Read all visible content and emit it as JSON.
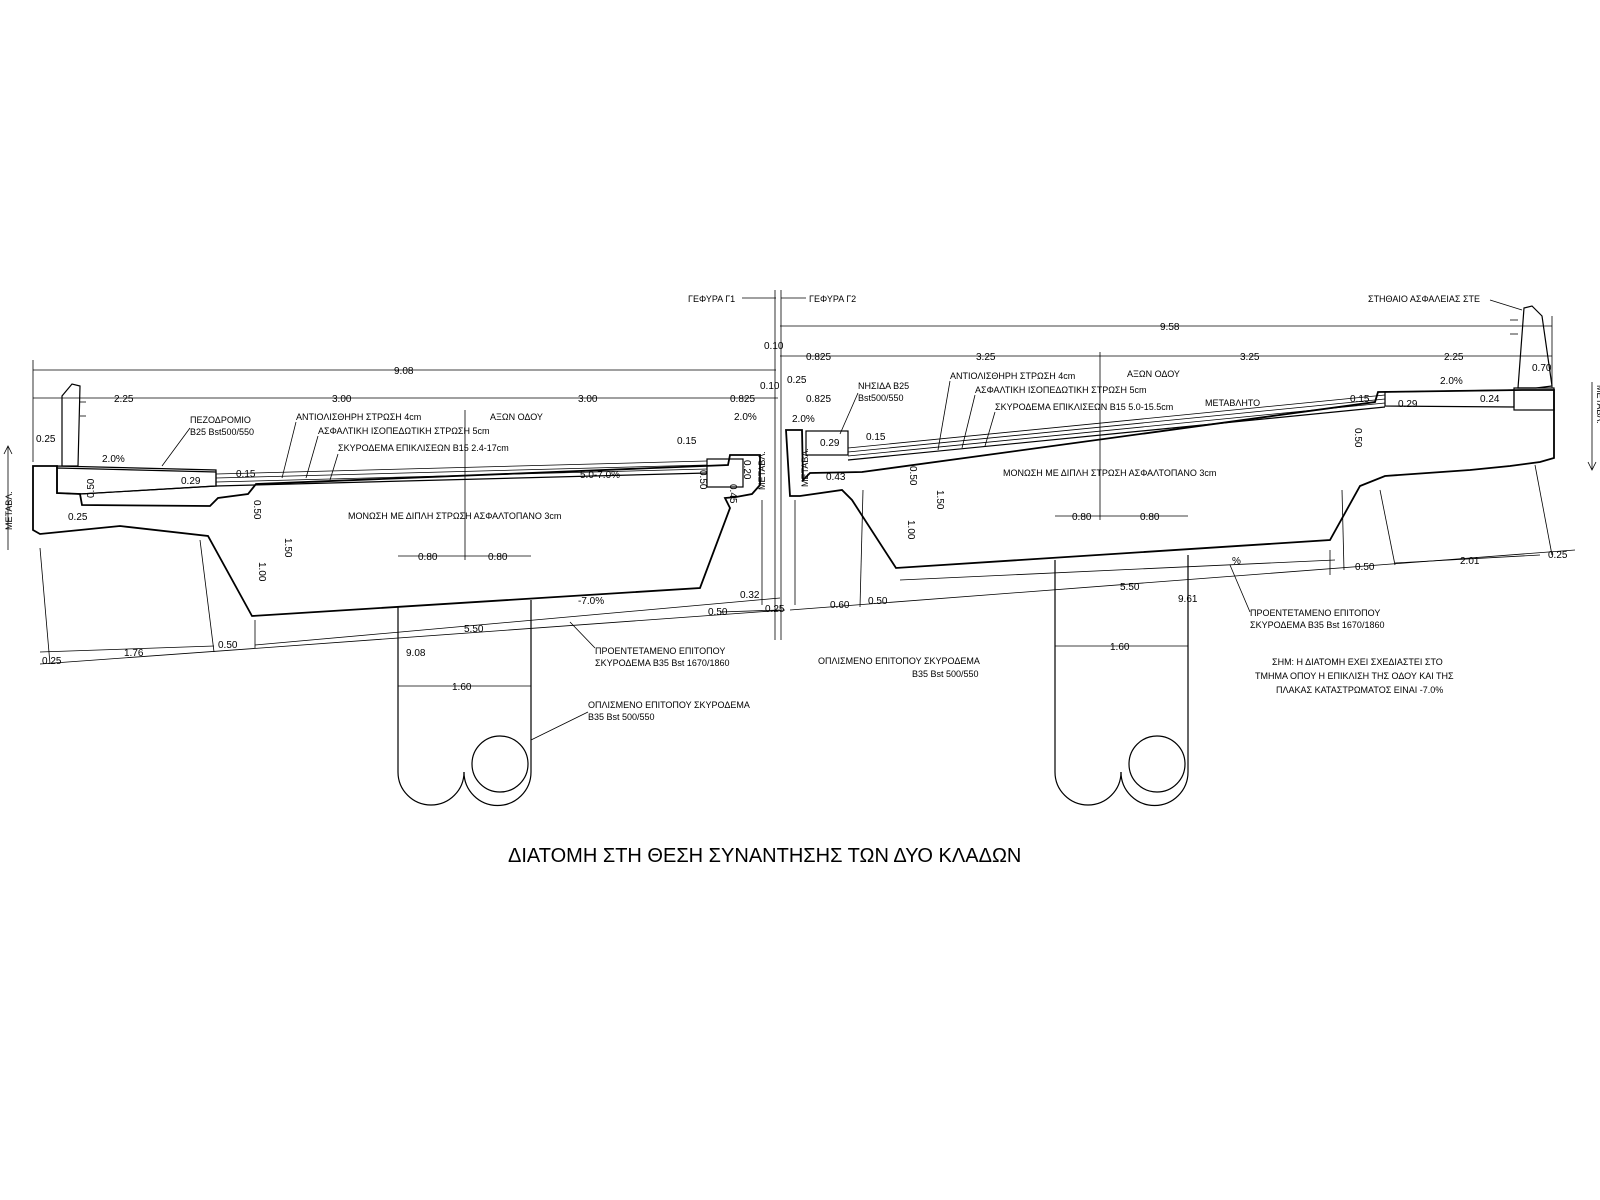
{
  "title": "ΔΙΑΤΟΜΗ ΣΤΗ ΘΕΣΗ ΣΥΝΑΝΤΗΣΗΣ ΤΩΝ ΔΥΟ ΚΛΑΔΩΝ",
  "labels": {
    "bridge1": "ΓΕΦΥΡΑ Γ1",
    "bridge2": "ΓΕΦΥΡΑ Γ2",
    "barrier": "ΣΤΗΘΑΙΟ ΑΣΦΑΛΕΙΑΣ ΣΤΕ",
    "sidewalk1": "ΠΕΖΟΔΡΟΜΙΟ",
    "sidewalk2": "Β25 Bst500/550",
    "island1": "ΝΗΣΙΔΑ Β25",
    "island2": "Bst500/550",
    "antiskid": "ΑΝΤΙΟΛΙΣΘΗΡΗ ΣΤΡΩΣΗ 4cm",
    "asphalt": "ΑΣΦΑΛΤΙΚΗ ΙΣΟΠΕΔΩΤΙΚΗ ΣΤΡΩΣΗ 5cm",
    "axis": "ΑΞΩΝ ΟΔΟΥ",
    "fill_left": "ΣΚΥΡΟΔΕΜΑ ΕΠΙΚΛΙΣΕΩΝ Β15 2.4-17cm",
    "fill_right": "ΣΚΥΡΟΔΕΜΑ ΕΠΙΚΛΙΣΕΩΝ Β15 5.0-15.5cm",
    "waterproof": "ΜΟΝΩΣΗ ΜΕ ΔΙΠΛΗ ΣΤΡΩΣΗ ΑΣΦΑΛΤΟΠΑΝΟ 3cm",
    "variable": "ΜΕΤΑΒΛΗΤΟ",
    "metavl": "ΜΕΤΑΒΛ.",
    "prestressed1": "ΠΡΟΕΝΤΕΤΑΜΕΝΟ ΕΠΙΤΟΠΟΥ",
    "prestressed2": "ΣΚΥΡΟΔΕΜΑ Β35 Bst 1670/1860",
    "reinforced1": "ΟΠΛΙΣΜΕΝΟ ΕΠΙΤΟΠΟΥ ΣΚΥΡΟΔΕΜΑ",
    "reinforced2": "Β35 Bst 500/550",
    "note": [
      "ΣΗΜ: Η ΔΙΑΤΟΜΗ ΕΧΕΙ ΣΧΕΔΙΑΣΤΕΙ ΣΤΟ",
      "ΤΜΗΜΑ ΟΠΟΥ Η ΕΠΙΚΛΙΣΗ ΤΗΣ ΟΔΟΥ ΚΑΙ ΤΗΣ",
      "ΠΛΑΚΑΣ ΚΑΤΑΣΤΡΩΜΑΤΟΣ ΕΙΝΑΙ -7.0%"
    ]
  },
  "dims": {
    "d_908_top": "9.08",
    "d_225_l": "2.25",
    "d_300_a": "3.00",
    "d_300_b": "3.00",
    "d_0825_l": "0.825",
    "d_025_l": "0.25",
    "d_2pct_l": "2.0%",
    "d_050_l": "0.50",
    "d_029_l": "0.29",
    "d_015_l": "0.15",
    "d_025_l2": "0.25",
    "d_050_web_l": "0.50",
    "d_150_l": "1.50",
    "d_100_l": "1.00",
    "d_080_a": "0.80",
    "d_080_b": "0.80",
    "d_slope_l": "5.0-7.0%",
    "d_015_l2": "0.15",
    "d_2pct_l2": "2.0%",
    "d_020_l": "0.20",
    "d_045_l": "0.45",
    "d_050_l3": "0.50",
    "d_7pct": "-7.0%",
    "d_550_l": "5.50",
    "d_050_l4": "0.50",
    "d_176": "1.76",
    "d_050_l5": "0.50",
    "d_908_bot": "9.08",
    "d_025_l3": "0.25",
    "d_160_l": "1.60",
    "d_032": "0.32",
    "d_025_mid": "0.25",
    "d_010": "0.10",
    "d_958": "9.58",
    "d_0825_r": "0.825",
    "d_325_a": "3.25",
    "d_325_b": "3.25",
    "d_225_r": "2.25",
    "d_070": "0.70",
    "d_025_c": "0.25",
    "d_0825_r2": "0.825",
    "d_010_b": "0.10",
    "d_2pct_r": "2.0%",
    "d_029_r": "0.29",
    "d_015_r": "0.15",
    "d_043": "0.43",
    "d_050_r": "0.50",
    "d_150_r": "1.50",
    "d_100_r": "1.00",
    "d_080_c": "0.80",
    "d_080_d": "0.80",
    "d_550_r": "5.50",
    "d_060": "0.60",
    "d_050_r2": "0.50",
    "d_961": "9.61",
    "d_050_r3": "0.50",
    "d_201": "2.01",
    "d_025_r": "0.25",
    "d_015_r2": "0.15",
    "d_2pct_r2": "2.0%",
    "d_029_r2": "0.29",
    "d_024": "0.24",
    "d_050_r4": "0.50",
    "d_160_r": "1.60",
    "d_pct": "%"
  }
}
